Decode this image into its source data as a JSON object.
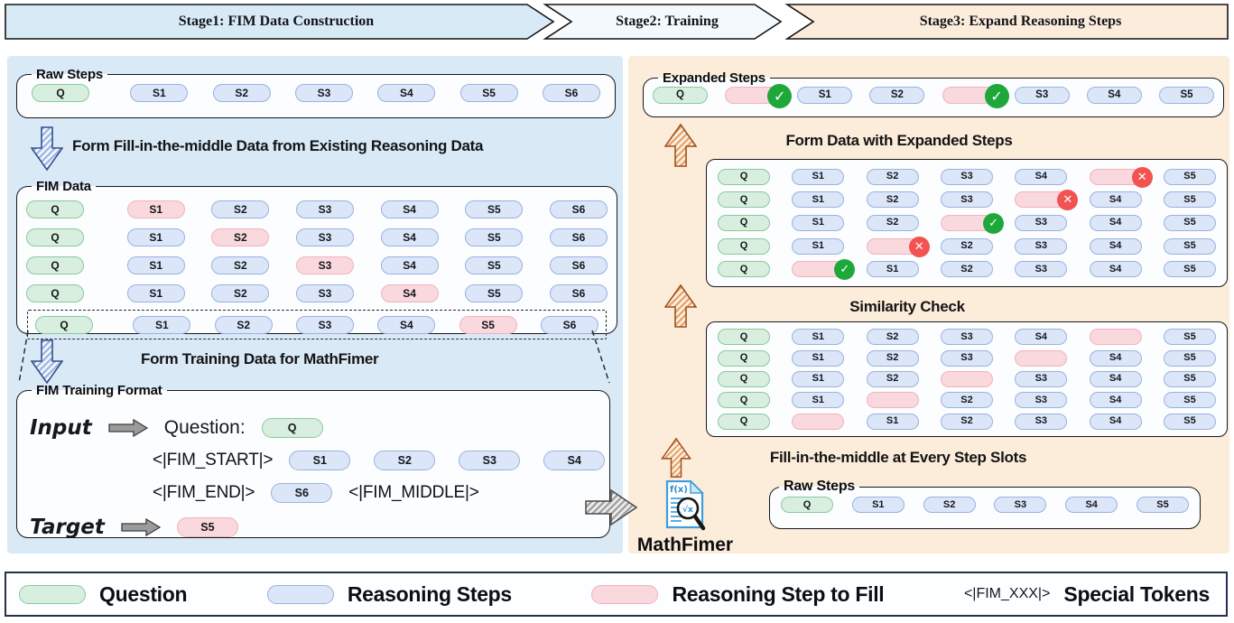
{
  "stages": [
    {
      "label": "Stage1: FIM Data Construction"
    },
    {
      "label": "Stage2: Training"
    },
    {
      "label": "Stage3: Expand Reasoning Steps"
    }
  ],
  "left": {
    "raw_steps": {
      "title": "Raw Steps",
      "pills": [
        "Q",
        "S1",
        "S2",
        "S3",
        "S4",
        "S5",
        "S6"
      ]
    },
    "step1_label": "Form Fill-in-the-middle Data from Existing Reasoning Data",
    "fim_data": {
      "title": "FIM Data",
      "rows": [
        [
          "Q",
          "!S1",
          "S2",
          "S3",
          "S4",
          "S5",
          "S6"
        ],
        [
          "Q",
          "S1",
          "!S2",
          "S3",
          "S4",
          "S5",
          "S6"
        ],
        [
          "Q",
          "S1",
          "S2",
          "!S3",
          "S4",
          "S5",
          "S6"
        ],
        [
          "Q",
          "S1",
          "S2",
          "S3",
          "!S4",
          "S5",
          "S6"
        ]
      ],
      "highlight_row": [
        "Q",
        "S1",
        "S2",
        "S3",
        "S4",
        "!S5",
        "S6"
      ]
    },
    "step2_label": "Form Training Data for MathFimer",
    "fim_format": {
      "title": "FIM Training Format",
      "input_label": "Input",
      "question_label": "Question:",
      "question_pills": [
        "Q"
      ],
      "fim_start_token": "<|FIM_START|>",
      "prefix_pills": [
        "S1",
        "S2",
        "S3",
        "S4"
      ],
      "fim_end_token": "<|FIM_END|>",
      "suffix_pills": [
        "S6"
      ],
      "fim_middle_token": "<|FIM_MIDDLE|>",
      "target_label": "Target",
      "target_pills": [
        "!S5"
      ]
    }
  },
  "middle": {
    "model_label": "MathFimer"
  },
  "right": {
    "expanded_steps": {
      "title": "Expanded Steps",
      "pills": [
        "Q",
        "_+",
        "S1",
        "S2",
        "_+",
        "S3",
        "S4",
        "S5"
      ]
    },
    "expand_title": "Form Data with Expanded Steps",
    "expanded_rows": [
      [
        "Q",
        "S1",
        "S2",
        "S3",
        "S4",
        "_-",
        "S5"
      ],
      [
        "Q",
        "S1",
        "S2",
        "S3",
        "_-",
        "S4",
        "S5"
      ],
      [
        "Q",
        "S1",
        "S2",
        "_+",
        "S3",
        "S4",
        "S5"
      ],
      [
        "Q",
        "S1",
        "_-",
        "S2",
        "S3",
        "S4",
        "S5"
      ],
      [
        "Q",
        "_+",
        "S1",
        "S2",
        "S3",
        "S4",
        "S5"
      ]
    ],
    "similarity_title": "Similarity Check",
    "similarity_rows": [
      [
        "Q",
        "S1",
        "S2",
        "S3",
        "S4",
        "_",
        "S5"
      ],
      [
        "Q",
        "S1",
        "S2",
        "S3",
        "_",
        "S4",
        "S5"
      ],
      [
        "Q",
        "S1",
        "S2",
        "_",
        "S3",
        "S4",
        "S5"
      ],
      [
        "Q",
        "S1",
        "_",
        "S2",
        "S3",
        "S4",
        "S5"
      ],
      [
        "Q",
        "_",
        "S1",
        "S2",
        "S3",
        "S4",
        "S5"
      ]
    ],
    "fim_slots_title": "Fill-in-the-middle at Every Step Slots",
    "raw_steps": {
      "title": "Raw Steps",
      "pills": [
        "Q",
        "S1",
        "S2",
        "S3",
        "S4",
        "S5"
      ]
    }
  },
  "legend": {
    "question_label": "Question",
    "steps_label": "Reasoning Steps",
    "fill_label": "Reasoning Step to Fill",
    "token_text": "<|FIM_XXX|>",
    "token_label": "Special Tokens"
  },
  "colors": {
    "question_bg": "#d8efdf",
    "question_border": "#8bc89e",
    "step_bg": "#dbe6f9",
    "step_border": "#9cb1de",
    "fill_bg": "#f9d8de",
    "fill_border": "#f3b3bc",
    "left_panel": "#d9e9f6",
    "right_panel": "#fcecda",
    "box_bg": "#fbfdff",
    "stage1": "#d9eaf7",
    "stage2": "#f3f9fd",
    "stage3": "#fcecdb",
    "check": "#1fa83a",
    "cross": "#f25252",
    "legend_border": "#25304a"
  }
}
